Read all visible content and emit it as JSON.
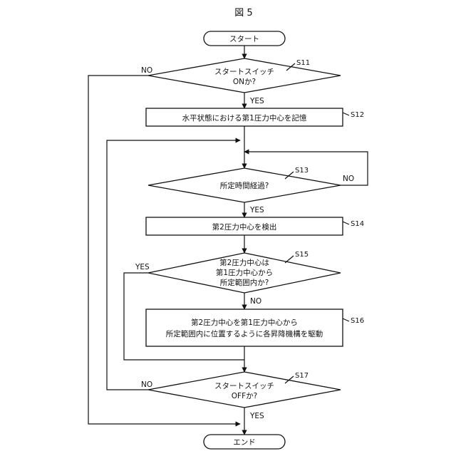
{
  "figure_label": "図 5",
  "nodes": {
    "start": "スタート",
    "s11": [
      "スタートスイッチ",
      "ONか?"
    ],
    "s12": "水平状態における第1圧力中心を記憶",
    "s13": "所定時間経過?",
    "s14": "第2圧力中心を検出",
    "s15": [
      "第2圧力中心は",
      "第1圧力中心から",
      "所定範囲内か?"
    ],
    "s16": [
      "第2圧力中心を第1圧力中心から",
      "所定範囲内に位置するように各昇降機構を駆動"
    ],
    "s17": [
      "スタートスイッチ",
      "OFFか?"
    ],
    "end": "エンド"
  },
  "step_labels": {
    "s11": "S11",
    "s12": "S12",
    "s13": "S13",
    "s14": "S14",
    "s15": "S15",
    "s16": "S16",
    "s17": "S17"
  },
  "branch_labels": {
    "s11_no": "NO",
    "s11_yes": "YES",
    "s13_no": "NO",
    "s13_yes": "YES",
    "s15_yes": "YES",
    "s15_no": "NO",
    "s17_no": "NO",
    "s17_yes": "YES"
  }
}
